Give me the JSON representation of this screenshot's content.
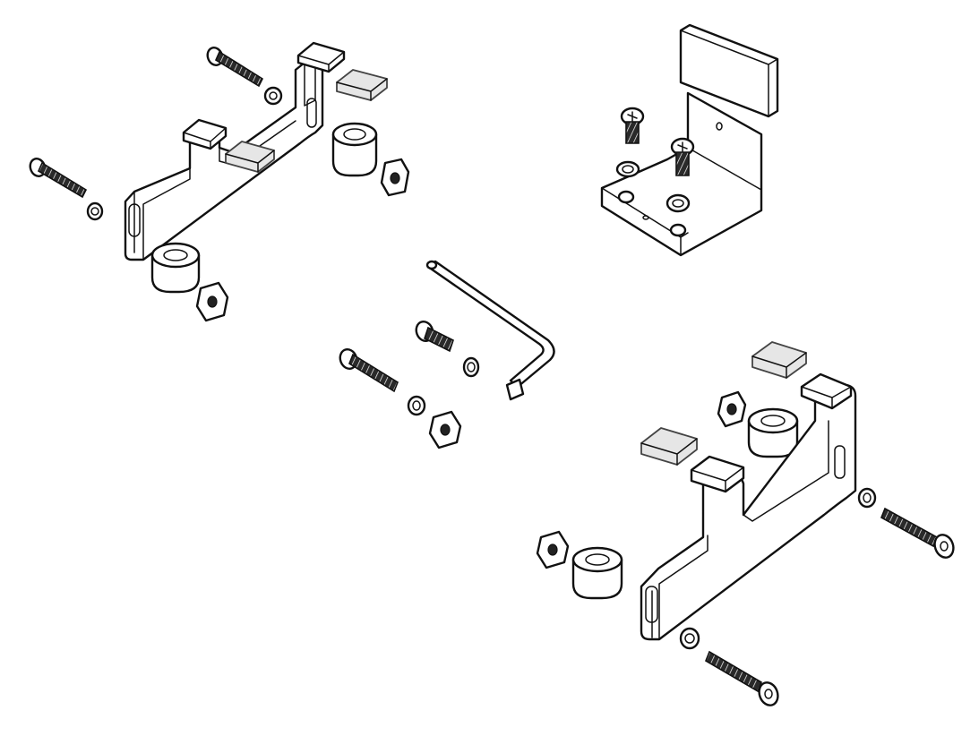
{
  "diagram": {
    "kind": "exploded-parts-view",
    "colors": {
      "line": "#111111",
      "pad_fill": "#e6e6e6",
      "thread": "#333333",
      "background": "#ffffff"
    },
    "parts": [
      "mounting-bracket-left",
      "mounting-bracket-right",
      "angle-bracket",
      "rubber-pad",
      "spacer-sleeve",
      "square-nut",
      "long-bolt",
      "short-screw",
      "washer",
      "hex-key"
    ]
  }
}
